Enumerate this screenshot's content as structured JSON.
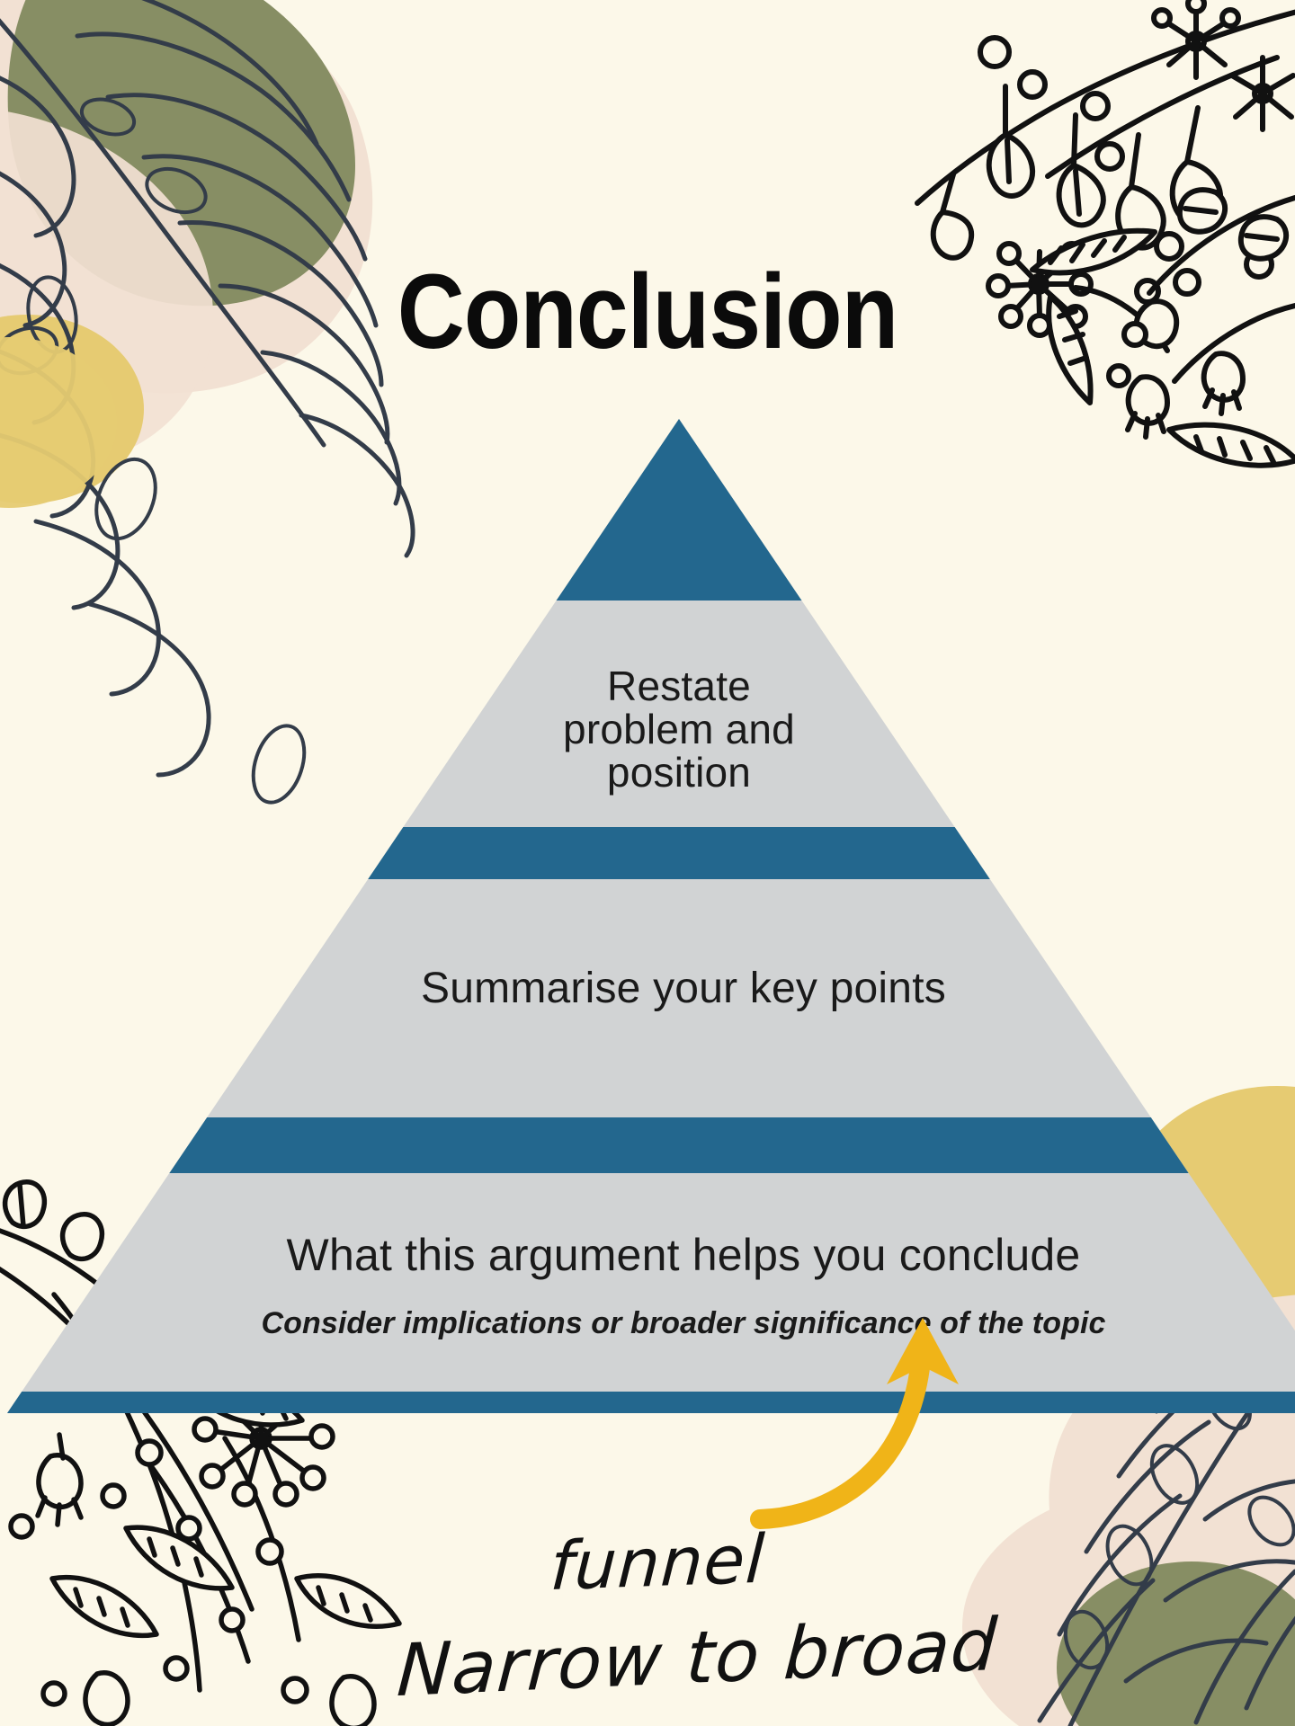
{
  "page": {
    "title": "Conclusion",
    "background_color": "#FCF8E9"
  },
  "palette": {
    "background": "#FCF8E9",
    "accent_blue": "#23678E",
    "tier_gray": "#D1D3D4",
    "title_black": "#0B0B0B",
    "leaf_green": "#878E64",
    "blush": "#F2E1D3",
    "yellow_blob": "#E6CB72",
    "arrow_yellow": "#F0B418",
    "ink": "#333C49"
  },
  "pyramid": {
    "name": "conclusion-funnel-pyramid",
    "apex_color": "#23678E",
    "tiers": [
      {
        "id": "tier-1",
        "band_color": "#23678E",
        "fill_color": "#D1D3D4",
        "text": "Restate\nproblem and\nposition"
      },
      {
        "id": "tier-2",
        "band_color": "#23678E",
        "fill_color": "#D1D3D4",
        "text": "Summarise your key points"
      },
      {
        "id": "tier-3",
        "band_color": "#23678E",
        "fill_color": "#D1D3D4",
        "text": "What this argument helps you conclude",
        "subtext": "Consider implications or broader significance of the topic"
      }
    ]
  },
  "annotation": {
    "arrow_label": "funnel",
    "direction_label": "Narrow to broad",
    "arrow_color": "#F0B418",
    "arrow_icon": "curved-up-arrow-icon"
  },
  "decorations": {
    "top_left": "monstera-leaf-line-art",
    "top_right": "botanical-branch-doodles",
    "bottom_left": "wildflower-doodles",
    "bottom_right": "monstera-leaf-line-art",
    "blobs": [
      "olive-blob",
      "blush-blob",
      "yellow-blob"
    ]
  }
}
